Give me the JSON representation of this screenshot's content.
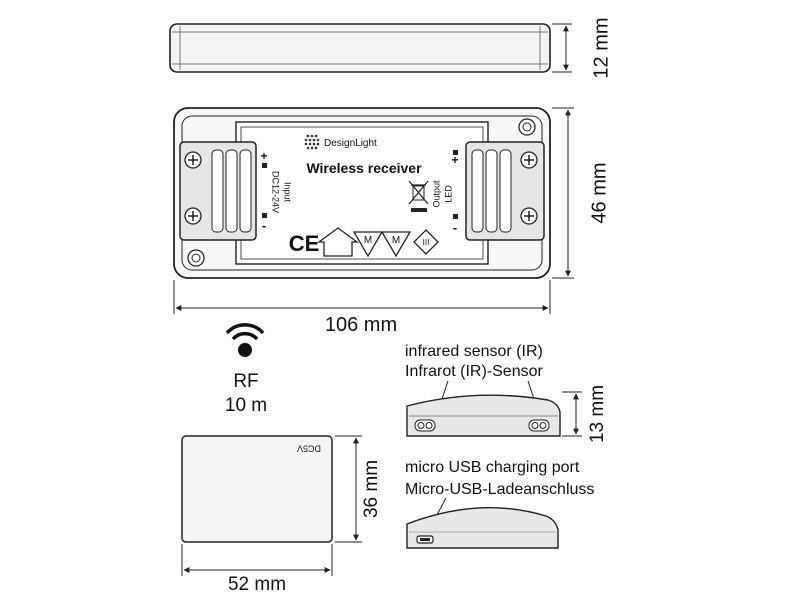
{
  "dimensions": {
    "height_top": "12 mm",
    "height_main": "46 mm",
    "width_main": "106 mm",
    "remote_height": "36 mm",
    "remote_width": "52 mm",
    "sensor_height": "13 mm"
  },
  "receiver_label": {
    "brand": "DesignLight",
    "title": "Wireless receiver",
    "input_text": "Input",
    "input_voltage": "DC12-24V",
    "output_text": "Output",
    "output_led": "LED",
    "ce_mark": "CE",
    "m1": "M",
    "m2": "M",
    "class3": "III",
    "plus": "+",
    "minus": "-"
  },
  "rf": {
    "label": "RF",
    "range": "10 m"
  },
  "remote": {
    "printed_label": "DC5V"
  },
  "callouts": {
    "ir_en": "infrared sensor (IR)",
    "ir_de": "Infrarot (IR)-Sensor",
    "usb_en": "micro USB charging port",
    "usb_de": "Micro-USB-Ladeanschluss"
  },
  "colors": {
    "line": "#222222",
    "fill_light": "#f4f4f4",
    "fill_mid": "#dcdcdc"
  }
}
